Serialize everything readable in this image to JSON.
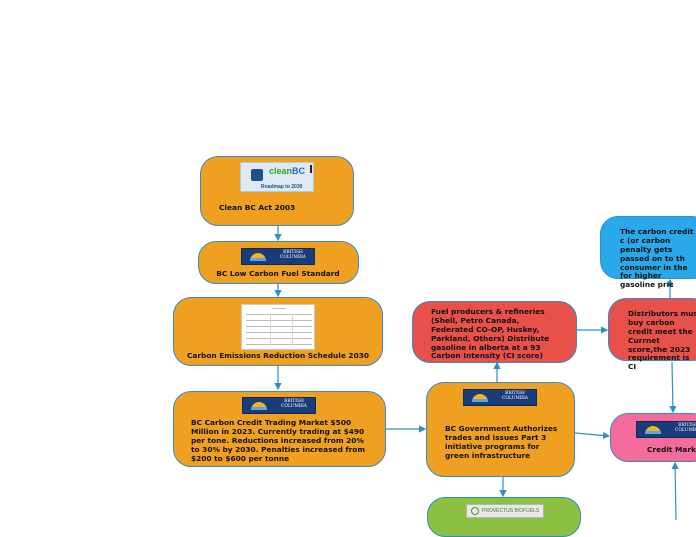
{
  "logos": {
    "bc_wordmark": "BRITISH COLUMBIA",
    "cleanbc_brand_a": "clean",
    "cleanbc_brand_b": "BC",
    "cleanbc_subtitle": "Roadmap to 2030",
    "provectus": "PROVECTUS BIOFUELS"
  },
  "nodes": {
    "clean_bc_act": "Clean BC Act 2003",
    "low_carbon_fuel_standard": "BC Low Carbon Fuel Standard",
    "emissions_schedule": "Carbon Emissions Reduction Schedule 2030",
    "credit_trading_market": "BC Carbon Credit Trading Market $500 Million in 2023. Currently trading at $490 per tone. Reductions increased from 20% to 30% by 2030. Penalties increased from $200 to $600 per tonne",
    "fuel_producers": "Fuel producers & refineries (Shell, Petro Canada, Federated CO-OP, Huskey, Parkland, Others) Distribute gasoline in alberta at a 93 Carbon Intensity (CI score)",
    "government_authorizes": "BC Government Authorizes trades and issues Part 3 initiative programs for green infrastructure",
    "carbon_credit_cost": "The carbon credit c (or carbon penalty gets passed on to th consumer in the for higher gasoline pric",
    "distributors": "Distributors mus buy carbon credit meet the Currnet score,the 2023 requirement is CI",
    "credit_market": "Credit Marke"
  },
  "colors": {
    "orange": "#f0a020",
    "red": "#e8504a",
    "blue": "#29a9ec",
    "pink": "#f36c9c",
    "green": "#8cc043",
    "connector": "#2f8fc4"
  }
}
